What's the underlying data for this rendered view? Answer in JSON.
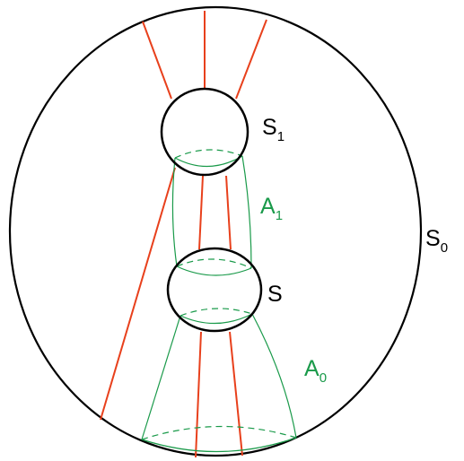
{
  "colors": {
    "outline": "#000000",
    "red_lines": "#e8401c",
    "green_annulus": "#1a9a4a"
  },
  "labels": {
    "s1": {
      "main": "S",
      "sub": "1"
    },
    "s": {
      "main": "S"
    },
    "s0": {
      "main": "S",
      "sub": "0"
    },
    "a1": {
      "main": "A",
      "sub": "1"
    },
    "a0": {
      "main": "A",
      "sub": "0"
    }
  }
}
